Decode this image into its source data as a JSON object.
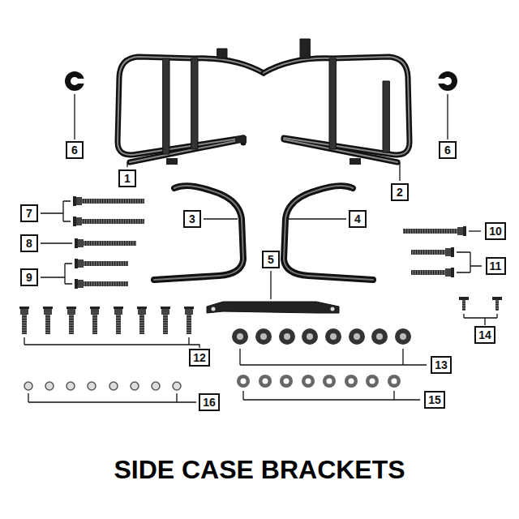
{
  "diagram": {
    "title": "SIDE CASE BRACKETS",
    "nodes": [
      {
        "text": [
          "6"
        ]
      },
      {
        "text": [
          "6"
        ]
      },
      {
        "text": [
          "1"
        ]
      },
      {
        "text": [
          "2"
        ]
      },
      {
        "text": [
          "7"
        ]
      },
      {
        "text": [
          "3"
        ]
      },
      {
        "text": [
          "4"
        ]
      },
      {
        "text": [
          "10"
        ]
      },
      {
        "text": [
          "8"
        ]
      },
      {
        "text": [
          "5"
        ]
      },
      {
        "text": [
          "11"
        ]
      },
      {
        "text": [
          "9"
        ]
      },
      {
        "text": [
          "14"
        ]
      },
      {
        "text": [
          "12"
        ]
      },
      {
        "text": [
          "13"
        ]
      },
      {
        "text": [
          "15"
        ]
      },
      {
        "text": [
          "16"
        ]
      }
    ]
  }
}
